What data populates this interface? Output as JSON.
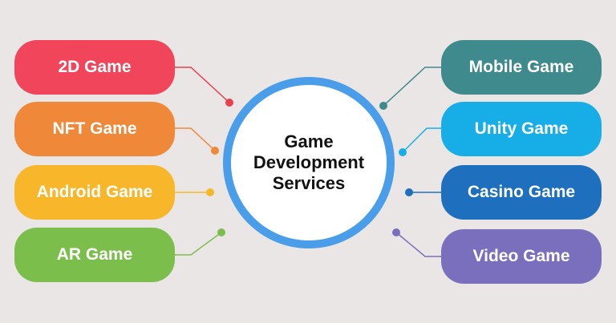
{
  "hub": {
    "lines": [
      "Game",
      "Development",
      "Services"
    ]
  },
  "left_items": [
    {
      "label": "2D Game",
      "color": "#f0455b",
      "line_color": "#e8404f"
    },
    {
      "label": "NFT Game",
      "color": "#f0883a",
      "line_color": "#f0883a"
    },
    {
      "label": "Android Game",
      "color": "#f8b62a",
      "line_color": "#f8b62a"
    },
    {
      "label": "AR Game",
      "color": "#7cbe4c",
      "line_color": "#7cbe4c"
    }
  ],
  "right_items": [
    {
      "label": "Mobile Game",
      "color": "#3f8a8c",
      "line_color": "#3f8a8c"
    },
    {
      "label": "Unity Game",
      "color": "#17aee8",
      "line_color": "#17aee8"
    },
    {
      "label": "Casino Game",
      "color": "#1f6fbf",
      "line_color": "#1f6fbf"
    },
    {
      "label": "Video Game",
      "color": "#7a6fbd",
      "line_color": "#7a6fbd"
    }
  ]
}
